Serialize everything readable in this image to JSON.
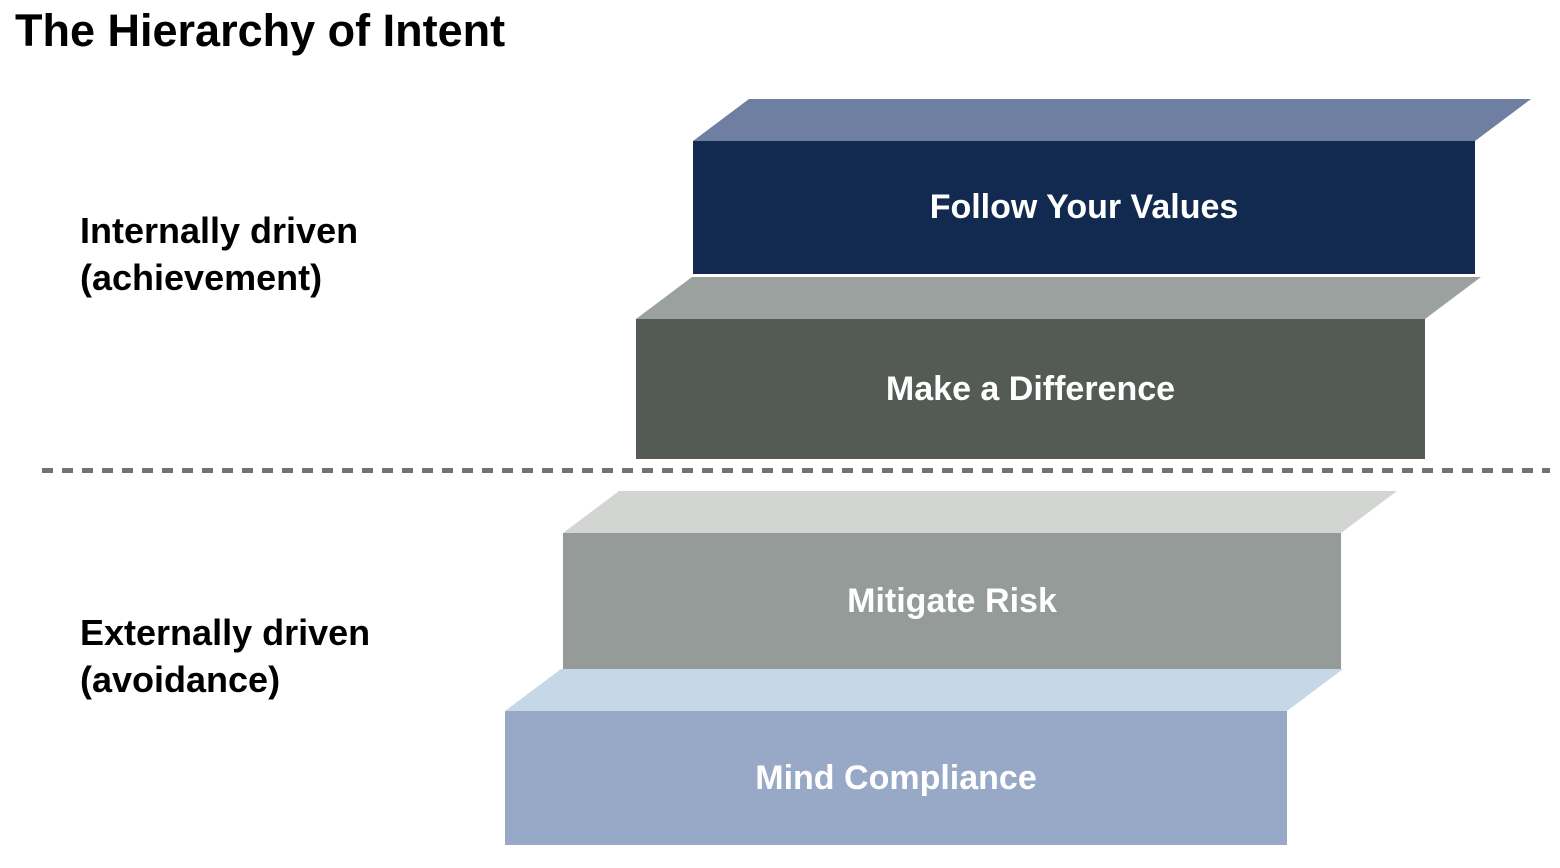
{
  "title": "The Hierarchy of Intent",
  "side_labels": {
    "internal": {
      "line1": "Internally driven",
      "line2": "(achievement)"
    },
    "external": {
      "line1": "Externally driven",
      "line2": "(avoidance)"
    }
  },
  "steps": [
    {
      "label": "Follow Your Values",
      "front_color": "#122A50",
      "top_color": "#6E7FA1"
    },
    {
      "label": "Make a Difference",
      "front_color": "#535B54",
      "top_color": "#9BA19E"
    },
    {
      "label": "Mitigate Risk",
      "front_color": "#949B99",
      "top_color": "#D3D5D2"
    },
    {
      "label": "Mind Compliance",
      "front_color": "#98A9C7",
      "top_color": "#C6D7E7"
    }
  ],
  "divider": {
    "color": "#6E7472"
  },
  "text_color_on_steps": "#FFFFFF"
}
